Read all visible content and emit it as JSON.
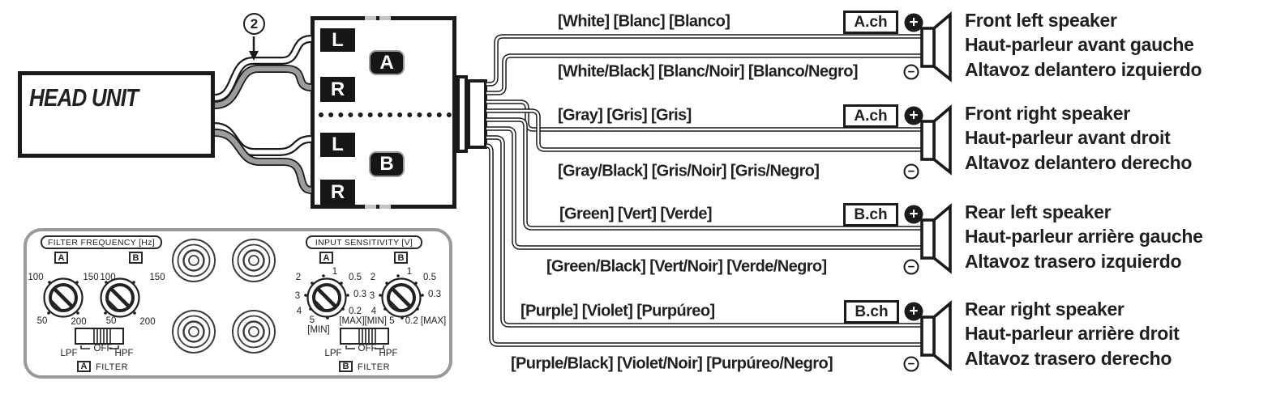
{
  "head_unit": {
    "label": "HEAD UNIT"
  },
  "callout": {
    "number": "2"
  },
  "amp": {
    "badges": {
      "l1": "L",
      "a": "A",
      "r1": "R",
      "l2": "L",
      "b": "B",
      "r2": "R"
    }
  },
  "terminals": {
    "plus": "+",
    "minus": "−"
  },
  "groups": [
    {
      "channel": "A.ch",
      "pos_label": "[White] [Blanc] [Blanco]",
      "neg_label": "[White/Black] [Blanc/Noir] [Blanco/Negro]",
      "speaker": [
        "Front left speaker",
        "Haut-parleur avant gauche",
        "Altavoz delantero izquierdo"
      ]
    },
    {
      "channel": "A.ch",
      "pos_label": "[Gray] [Gris] [Gris]",
      "neg_label": "[Gray/Black] [Gris/Noir] [Gris/Negro]",
      "speaker": [
        "Front right speaker",
        "Haut-parleur avant droit",
        "Altavoz delantero derecho"
      ]
    },
    {
      "channel": "B.ch",
      "pos_label": "[Green] [Vert] [Verde]",
      "neg_label": "[Green/Black] [Vert/Noir] [Verde/Negro]",
      "speaker": [
        "Rear left speaker",
        "Haut-parleur arrière gauche",
        "Altavoz trasero izquierdo"
      ]
    },
    {
      "channel": "B.ch",
      "pos_label": "[Purple] [Violet] [Purpúreo]",
      "neg_label": "[Purple/Black] [Violet/Noir] [Purpúreo/Negro]",
      "speaker": [
        "Rear right speaker",
        "Haut-parleur arrière droit",
        "Altavoz trasero derecho"
      ]
    }
  ],
  "panel": {
    "filter": {
      "title": "FILTER FREQUENCY [Hz]",
      "channel_a": "A",
      "channel_b": "B",
      "knob_a": {
        "tl": "100",
        "tr": "150",
        "bl": "50",
        "br": "200"
      },
      "knob_b": {
        "tl": "100",
        "tr": "150",
        "bl": "50",
        "br": "200"
      },
      "switch": {
        "lpf": "LPF",
        "off": "OFF",
        "hpf": "HPF",
        "channel": "A",
        "label": "FILTER"
      }
    },
    "sensitivity": {
      "title": "INPUT SENSITIVITY [V]",
      "channel_a": "A",
      "channel_b": "B",
      "knob_a": {
        "t": "1",
        "tr": "0.5",
        "r": "0.3",
        "br": "0.2",
        "max": "[MAX]",
        "tl": "2",
        "l": "3",
        "bl": "4",
        "b": "5",
        "min": "[MIN]"
      },
      "knob_b": {
        "t": "1",
        "tr": "0.5",
        "r": "0.3",
        "tl": "2",
        "l": "3",
        "bl": "4",
        "min5": "[MIN] 5",
        "max02": "0.2 [MAX]"
      },
      "switch": {
        "lpf": "LPF",
        "off": "OFF",
        "hpf": "HPF",
        "channel": "B",
        "label": "FILTER"
      }
    }
  },
  "colors": {
    "ink": "#231f20",
    "cable_gray": "#9c9c9c",
    "panel_border": "#999999"
  }
}
